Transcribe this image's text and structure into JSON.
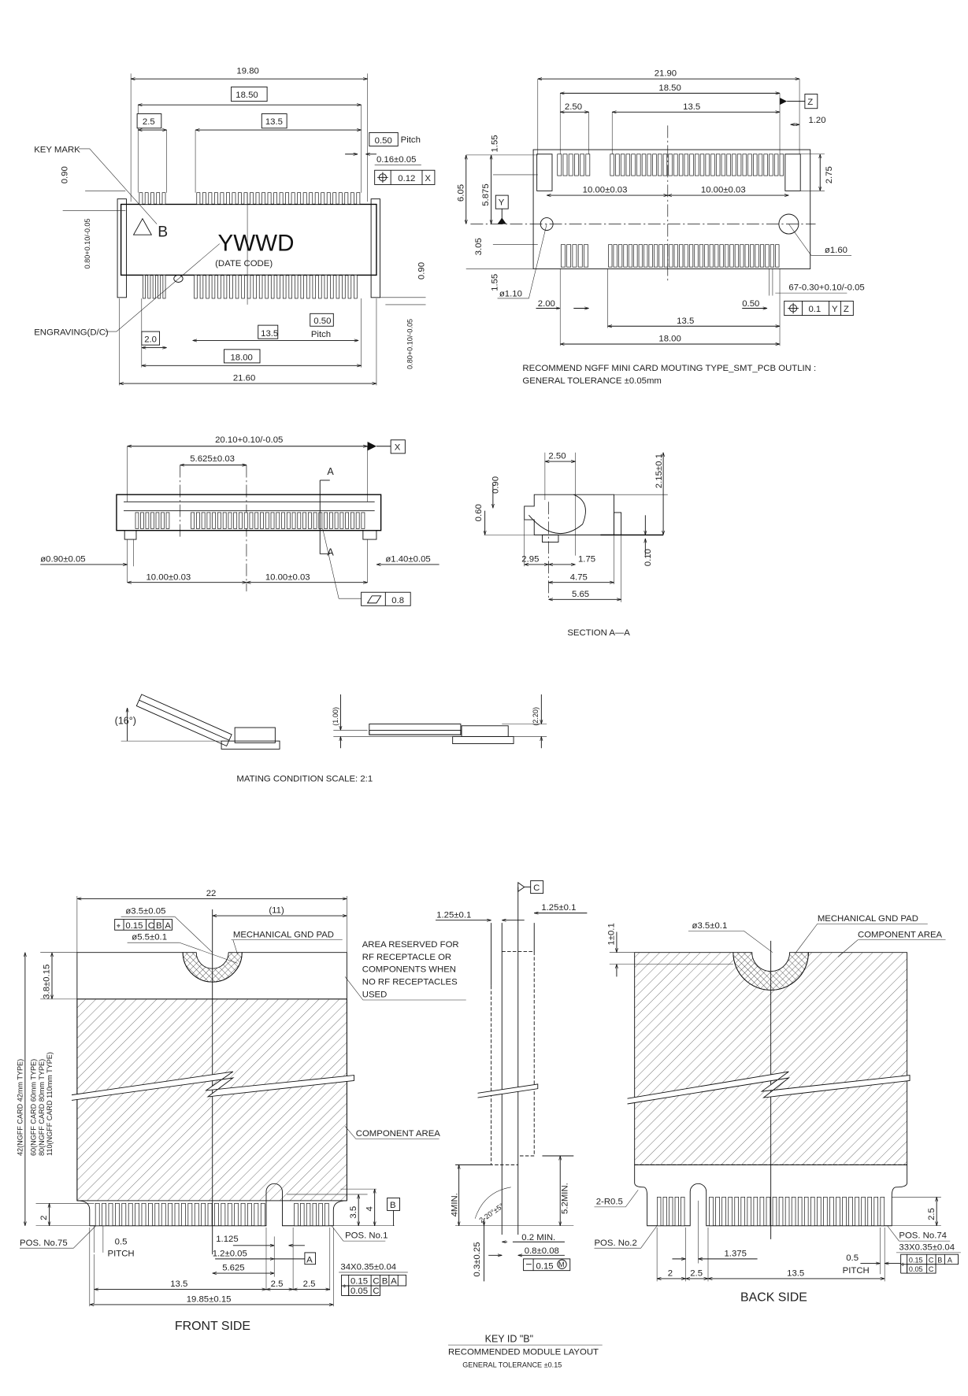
{
  "top_view": {
    "w_19_80": "19.80",
    "w_18_50": "18.50",
    "w_2_5": "2.5",
    "w_13_5": "13.5",
    "pitch_box": "0.50",
    "pitch_label": "Pitch",
    "pin_width": "0.16±0.05",
    "pos_tol_value": "0.12",
    "pos_tol_datum": "X",
    "key_mark": "KEY MARK",
    "key_letter": "B",
    "date_code": "YWWD",
    "date_code_caption": "(DATE CODE)",
    "engraving": "ENGRAVING(D/C)",
    "h_left_0_90": "0.90",
    "h_left_0_80": "0.80+0.10/-0.05",
    "h_right_0_90": "0.90",
    "h_right_0_80": "0.80+0.10/-0.05",
    "b_2_0": "2.0",
    "b_13_5": "13.5",
    "b_pitch_box": "0.50",
    "b_pitch_label": "Pitch",
    "b_18_00": "18.00",
    "b_21_60": "21.60"
  },
  "pcb_layout": {
    "w_21_90": "21.90",
    "w_18_50": "18.50",
    "datum_z": "Z",
    "w_2_50": "2.50",
    "w_13_5": "13.5",
    "w_1_20": "1.20",
    "h_1_55_top": "1.55",
    "h_6_05": "6.05",
    "h_5_875": "5.875",
    "datum_y": "Y",
    "h_3_05": "3.05",
    "h_1_55_bottom": "1.55",
    "h_2_75": "2.75",
    "c_10_left": "10.00±0.03",
    "c_10_right": "10.00±0.03",
    "hole_small": "ø1.10",
    "hole_large": "ø1.60",
    "pad_spec": "67-0.30+0.10/-0.05",
    "b_2_00": "2.00",
    "b_0_50": "0.50",
    "b_13_5": "13.5",
    "b_18_00": "18.00",
    "tol_value": "0.1",
    "tol_datum_1": "Y",
    "tol_datum_2": "Z",
    "note_1": "RECOMMEND  NGFF  MINI  CARD  MOUTING  TYPE_SMT_PCB  OUTLIN  :",
    "note_2": "GENERAL  TOLERANCE  ±0.05mm"
  },
  "front_view": {
    "w_20_10": "20.10+0.10/-0.05",
    "datum_x": "X",
    "w_5_625": "5.625±0.03",
    "section_mark_top": "A",
    "section_mark_bottom": "A",
    "peg_left": "ø0.90±0.05",
    "peg_right": "ø1.40±0.05",
    "c_10_left": "10.00±0.03",
    "c_10_right": "10.00±0.03",
    "flatness": "0.8"
  },
  "section_aa": {
    "w_2_50": "2.50",
    "h_2_15": "2.15±0.1",
    "h_0_90": "0.90",
    "h_0_60": "0.60",
    "h_0_10": "0.10",
    "w_2_95": "2.95",
    "w_1_75": "1.75",
    "w_4_75": "4.75",
    "w_5_65": "5.65",
    "title": "SECTION   A—A"
  },
  "mating": {
    "angle": "(16°)",
    "h_1_00": "(1.00)",
    "h_2_20": "(2.20)",
    "title": "MATING  CONDITION  SCALE:  2:1"
  },
  "front_side": {
    "w_22": "22",
    "w_11": "(11)",
    "hole": "ø3.5±0.05",
    "pos_tol": "0.15",
    "pos_tol_datums": [
      "C",
      "B",
      "A"
    ],
    "pad": "ø5.5±0.1",
    "gnd_pad": "MECHANICAL GND PAD",
    "rf_note": [
      "AREA RESERVED FOR",
      "RF RECEPTACLE OR",
      "COMPONENTS WHEN",
      "NO RF RECEPTACLES",
      "USED"
    ],
    "component_area": "COMPONENT AREA",
    "h_3_8": "3.8±0.15",
    "length_42": "42(NGFF CARD 42mm TYPE)",
    "length_60": "60(NGFF CARD 60mm TYPE)",
    "length_80": "80(NGFF CARD 80mm TYPE)",
    "length_110": "110(NGFF CARD 110mm TYPE)",
    "h_2": "2",
    "h_3_5": "3.5",
    "h_4": "4",
    "datum_b": "B",
    "pos_75": "POS. No.75",
    "pitch_val": "0.5",
    "pitch_label": "PITCH",
    "w_1_125": "1.125",
    "w_1_2": "1.2±0.05",
    "datum_a": "A",
    "w_5_625": "5.625",
    "w_13_5": "13.5",
    "w_2_5_a": "2.5",
    "w_2_5_b": "2.5",
    "w_19_85": "19.85±0.15",
    "pos_1": "POS. No.1",
    "pad_spec": "34X0.35±0.04",
    "tol_row1": [
      "0.15",
      "C",
      "B",
      "A"
    ],
    "tol_row2": [
      "0.05",
      "C"
    ],
    "title": "FRONT SIDE"
  },
  "side_view": {
    "datum_c": "C",
    "w_1_25_left": "1.25±0.1",
    "w_1_25_right": "1.25±0.1",
    "h_4min": "4MIN.",
    "chamfer": "2-20°±5°",
    "h_5_2min": "5.2MIN.",
    "h_0_3": "0.3±0.25",
    "w_0_2min": "0.2 MIN.",
    "w_0_8": "0.8±0.08",
    "flat_tol": "0.15",
    "flat_mod": "M",
    "key_id": "KEY ID \"B\"",
    "layout_title": "RECOMMENDED MODULE LAYOUT",
    "tolerance": "GENERAL TOLERANCE ±0.15"
  },
  "back_side": {
    "hole": "ø3.5±0.1",
    "gnd_pad": "MECHANICAL GND PAD",
    "component_area": "COMPONENT AREA",
    "h_1": "1±0.1",
    "radius": "2-R0.5",
    "pos_2": "POS. No.2",
    "w_1_375": "1.375",
    "w_2": "2",
    "w_2_5": "2.5",
    "w_13_5": "13.5",
    "pitch_val": "0.5",
    "pitch_label": "PITCH",
    "pos_74": "POS. No.74",
    "pad_spec": "33X0.35±0.04",
    "tol_row1": [
      "0.15",
      "C",
      "B",
      "A"
    ],
    "tol_row2": [
      "0.05",
      "C"
    ],
    "h_2_5": "2.5",
    "title": "BACK SIDE"
  }
}
